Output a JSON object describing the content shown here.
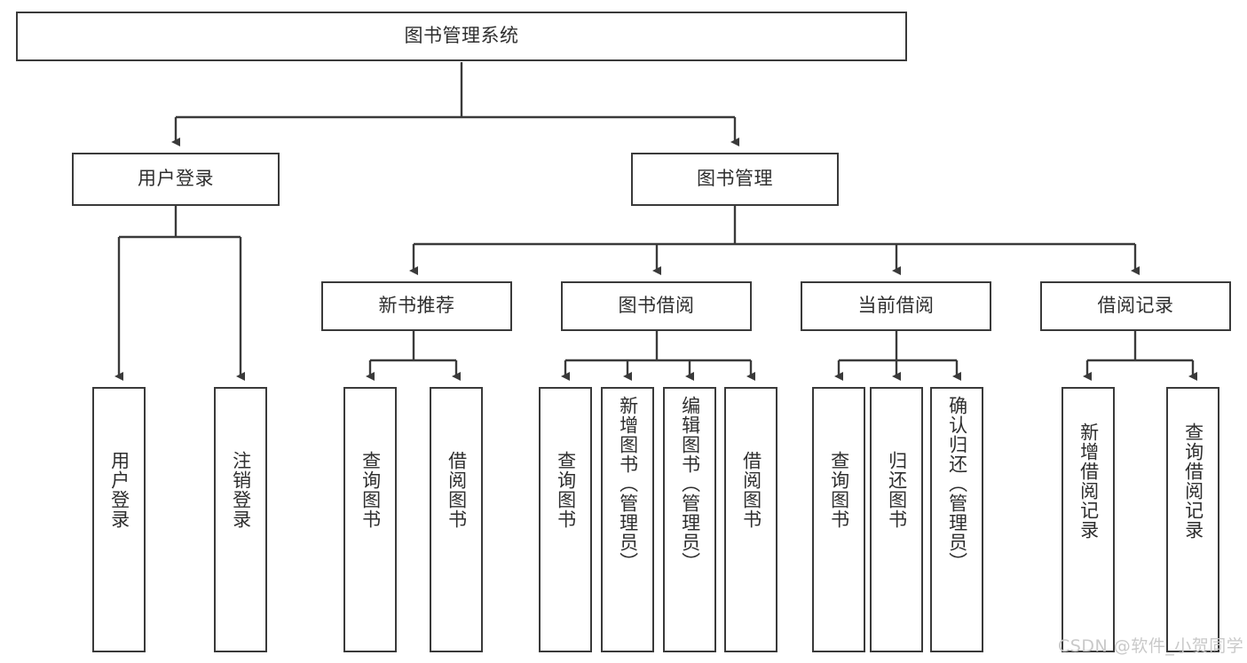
{
  "diagram": {
    "title_node": {
      "label": "图书管理系统"
    },
    "level2": [
      {
        "label": "用户登录"
      },
      {
        "label": "图书管理"
      }
    ],
    "level3": [
      {
        "label": "新书推荐"
      },
      {
        "label": "图书借阅"
      },
      {
        "label": "当前借阅"
      },
      {
        "label": "借阅记录"
      }
    ],
    "leaves": [
      {
        "label": "用户登录"
      },
      {
        "label": "注销登录"
      },
      {
        "label": "查询图书"
      },
      {
        "label": "借阅图书"
      },
      {
        "label": "查询图书"
      },
      {
        "label": "新增图书（管理员）"
      },
      {
        "label": "编辑图书（管理员）"
      },
      {
        "label": "借阅图书"
      },
      {
        "label": "查询图书"
      },
      {
        "label": "归还图书"
      },
      {
        "label": "确认归还（管理员）"
      },
      {
        "label": "新增借阅记录"
      },
      {
        "label": "查询借阅记录"
      }
    ]
  },
  "watermark": {
    "text": "CSDN @软件_小贺同学"
  },
  "colors": {
    "stroke": "#3a3a3a",
    "text": "#2e2e2e",
    "background": "#ffffff",
    "watermark": "#c9c9c9"
  }
}
